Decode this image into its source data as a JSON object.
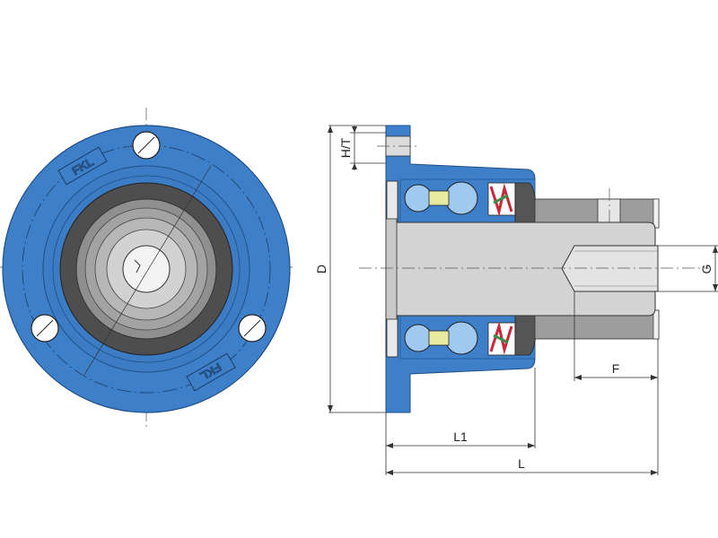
{
  "colors": {
    "housing": "#3d7fc8",
    "housing_dark": "#2e66a8",
    "seal_dark": "#555555",
    "ring_gray": "#9a9a9a",
    "ring_light": "#c9c9c9",
    "shaft": "#d6d6d6",
    "ball": "#9fc9ee",
    "cage": "#e8eaa0",
    "seal_red": "#c8283a",
    "seal_green": "#3c8f4a"
  },
  "logo_text": "FKL",
  "dimensions": {
    "h_t": "H/T",
    "d": "D",
    "g": "G",
    "f": "F",
    "l1": "L1",
    "l": "L"
  }
}
